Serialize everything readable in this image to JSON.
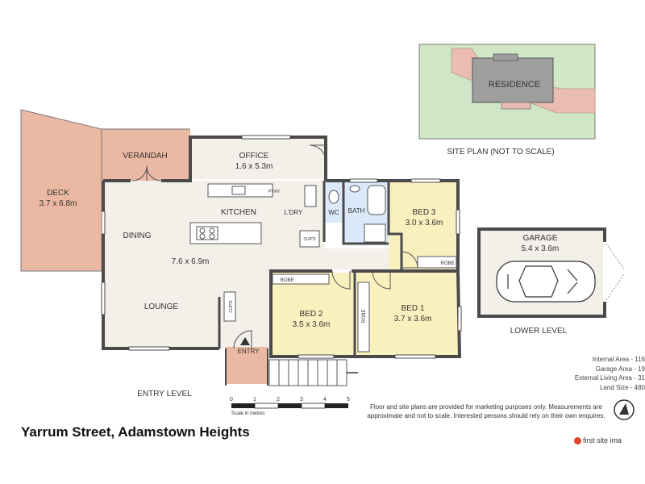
{
  "colors": {
    "room_fill": "#f3efe9",
    "bedroom_fill": "#faf0be",
    "bath_fill": "#dbe9f8",
    "deck_fill": "#ebb9a3",
    "entry_fill": "#ebb9a3",
    "wall": "#4a4a4a",
    "site_grass": "#cfe6c7",
    "site_house": "#9e9e9e",
    "site_paving": "#ebbcb2"
  },
  "site_plan": {
    "residence_label": "RESIDENCE",
    "caption": "SITE PLAN (NOT TO SCALE)"
  },
  "rooms": {
    "deck": {
      "name": "DECK",
      "size": "3.7 x 6.8m"
    },
    "verandah": {
      "name": "VERANDAH"
    },
    "office": {
      "name": "OFFICE",
      "size": "1.6 x 5.3m"
    },
    "ptry": "P'TRY",
    "kitchen": "KITCHEN",
    "ldry": "L'DRY",
    "wc": "WC",
    "bath": "BATH",
    "cupd_ldry": "CUP'D",
    "bed3": {
      "name": "BED 3",
      "size": "3.0 x 3.6m"
    },
    "dining": "DINING",
    "living_size": "7.6 x 6.9m",
    "lounge": "LOUNGE",
    "cupd_entry": "CUP'D",
    "entry": "ENTRY",
    "robe_bed3": "ROBE",
    "robe_bed2": "ROBE",
    "robe_bed1": "ROBE",
    "bed2": {
      "name": "BED 2",
      "size": "3.5 x 3.6m"
    },
    "bed1": {
      "name": "BED 1",
      "size": "3.7 x 3.6m"
    }
  },
  "garage": {
    "name": "GARAGE",
    "size": "5.4 x 3.6m"
  },
  "level_labels": {
    "lower": "LOWER LEVEL",
    "entry": "ENTRY LEVEL"
  },
  "scale": {
    "ticks": [
      "0",
      "1",
      "2",
      "3",
      "4",
      "5"
    ],
    "caption": "Scale in metres"
  },
  "areas": [
    "Internal Area - 116",
    "Garage Area - 19",
    "External Living Area - 31",
    "Land Size - 480"
  ],
  "disclaimer": "Floor and site plans are provided for marketing purposes only. Measurements are approximate and not to scale. Interested persons should rely on their own enquires.",
  "address": "Yarrum Street, Adamstown Heights",
  "brand": "first site ima"
}
